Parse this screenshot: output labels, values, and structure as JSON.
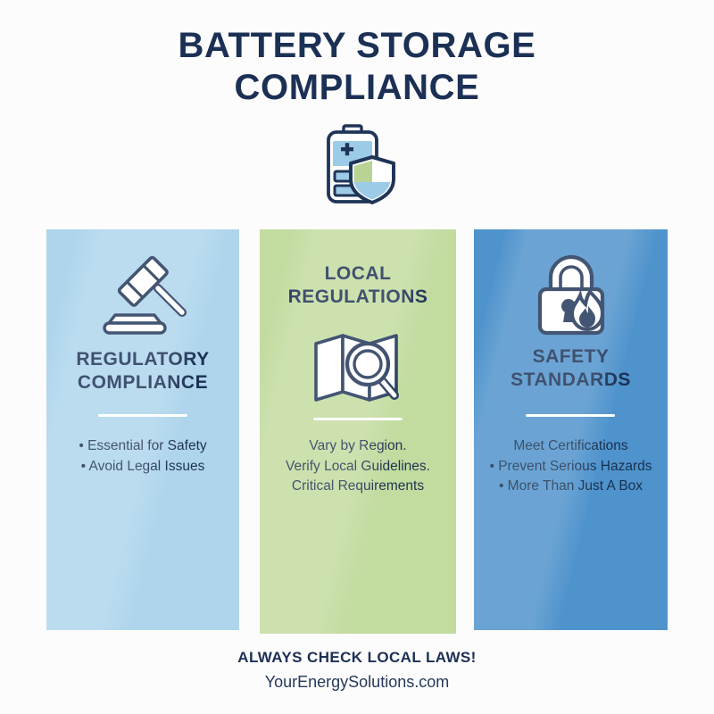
{
  "background_color": "#fdfcfc",
  "title": {
    "line1": "BATTERY STORAGE",
    "line2": "COMPLIANCE",
    "color": "#1b3055"
  },
  "hero": {
    "icon": "battery-shield-icon",
    "battery_fill_color": "#9ccbe8",
    "shield_green_color": "#b8d394",
    "outline_color": "#1f3557"
  },
  "cards": [
    {
      "id": "regulatory-compliance",
      "icon": "gavel-icon",
      "title_line1": "REGULATORY",
      "title_line2": "COMPLIANCE",
      "bg_color": "#aed5ec",
      "title_above_icon": false,
      "body_lines": [
        "• Essential for Safety",
        "• Avoid Legal Issues"
      ]
    },
    {
      "id": "local-regulations",
      "icon": "map-magnifier-icon",
      "title_line1": "LOCAL",
      "title_line2": "REGULATIONS",
      "bg_color": "#c2db9f",
      "title_above_icon": true,
      "body_lines": [
        "Vary by Region.",
        "Verify Local Guidelines.",
        "Critical Requirements"
      ]
    },
    {
      "id": "safety-standards",
      "icon": "padlock-flame-icon",
      "title_line1": "SAFETY",
      "title_line2": "STANDARDS",
      "bg_color": "#4f93cc",
      "title_above_icon": false,
      "body_lines": [
        "Meet Certifications",
        "• Prevent Serious Hazards",
        "• More Than Just A Box"
      ]
    }
  ],
  "footer": {
    "headline": "ALWAYS CHECK LOCAL LAWS!",
    "url": "YourEnergySolutions.com"
  }
}
